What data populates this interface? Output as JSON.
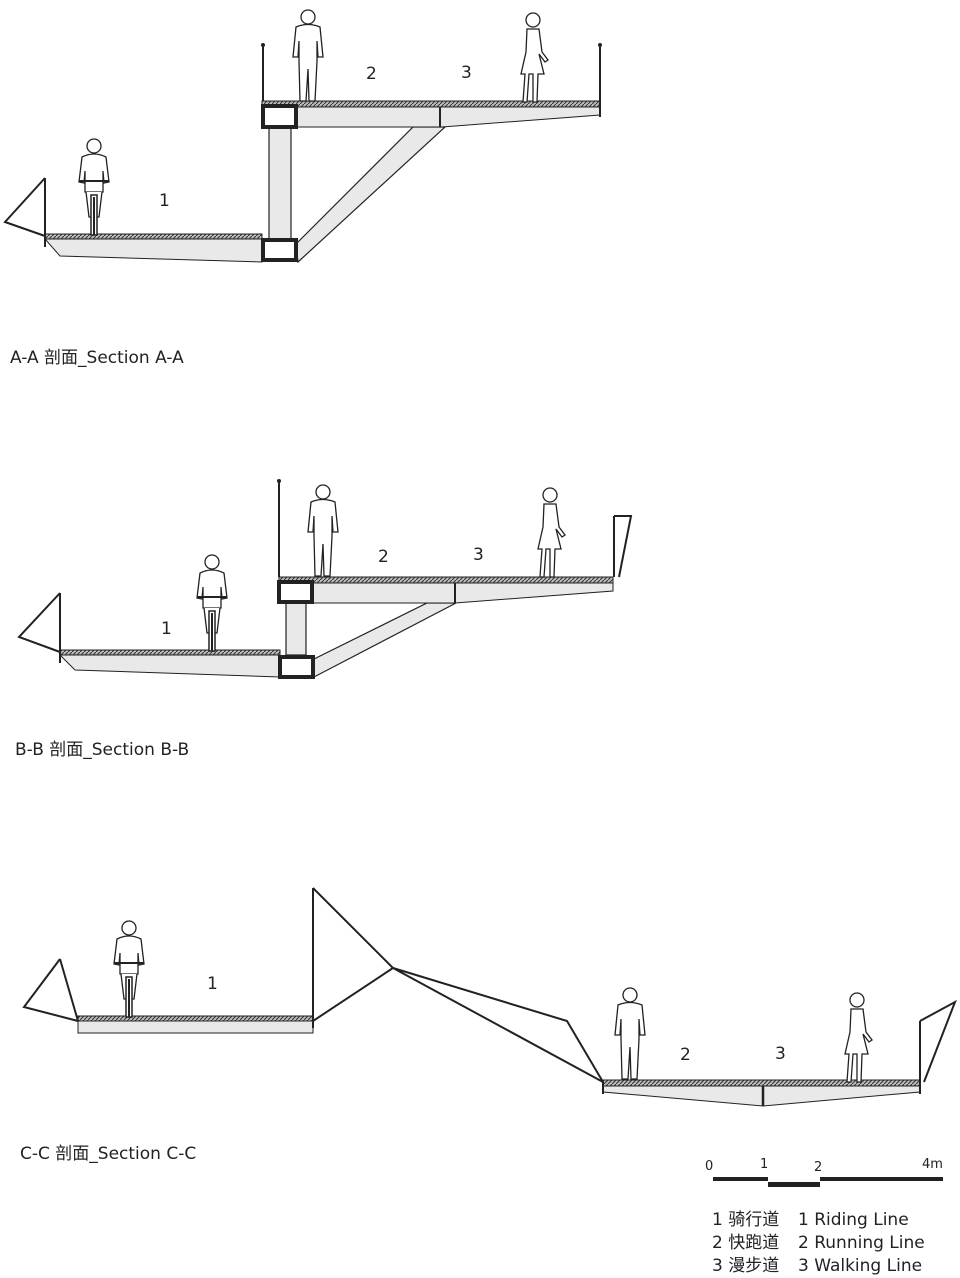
{
  "sections": [
    {
      "caption": "A-A 剖面_Section A-A",
      "zone_labels": [
        "1",
        "2",
        "3"
      ]
    },
    {
      "caption": "B-B 剖面_Section B-B",
      "zone_labels": [
        "1",
        "2",
        "3"
      ]
    },
    {
      "caption": "C-C 剖面_Section C-C",
      "zone_labels": [
        "1",
        "2",
        "3"
      ]
    }
  ],
  "scale_bar": {
    "ticks": [
      "0",
      "1",
      "2",
      "4m"
    ]
  },
  "legend": [
    {
      "cn": "1 骑行道",
      "en": "1 Riding Line"
    },
    {
      "cn": "2 快跑道",
      "en": "2 Running Line"
    },
    {
      "cn": "3 漫步道",
      "en": "3 Walking Line"
    }
  ],
  "colors": {
    "line": "#222222",
    "fill": "#e9e9e9",
    "deck": "#555555"
  }
}
